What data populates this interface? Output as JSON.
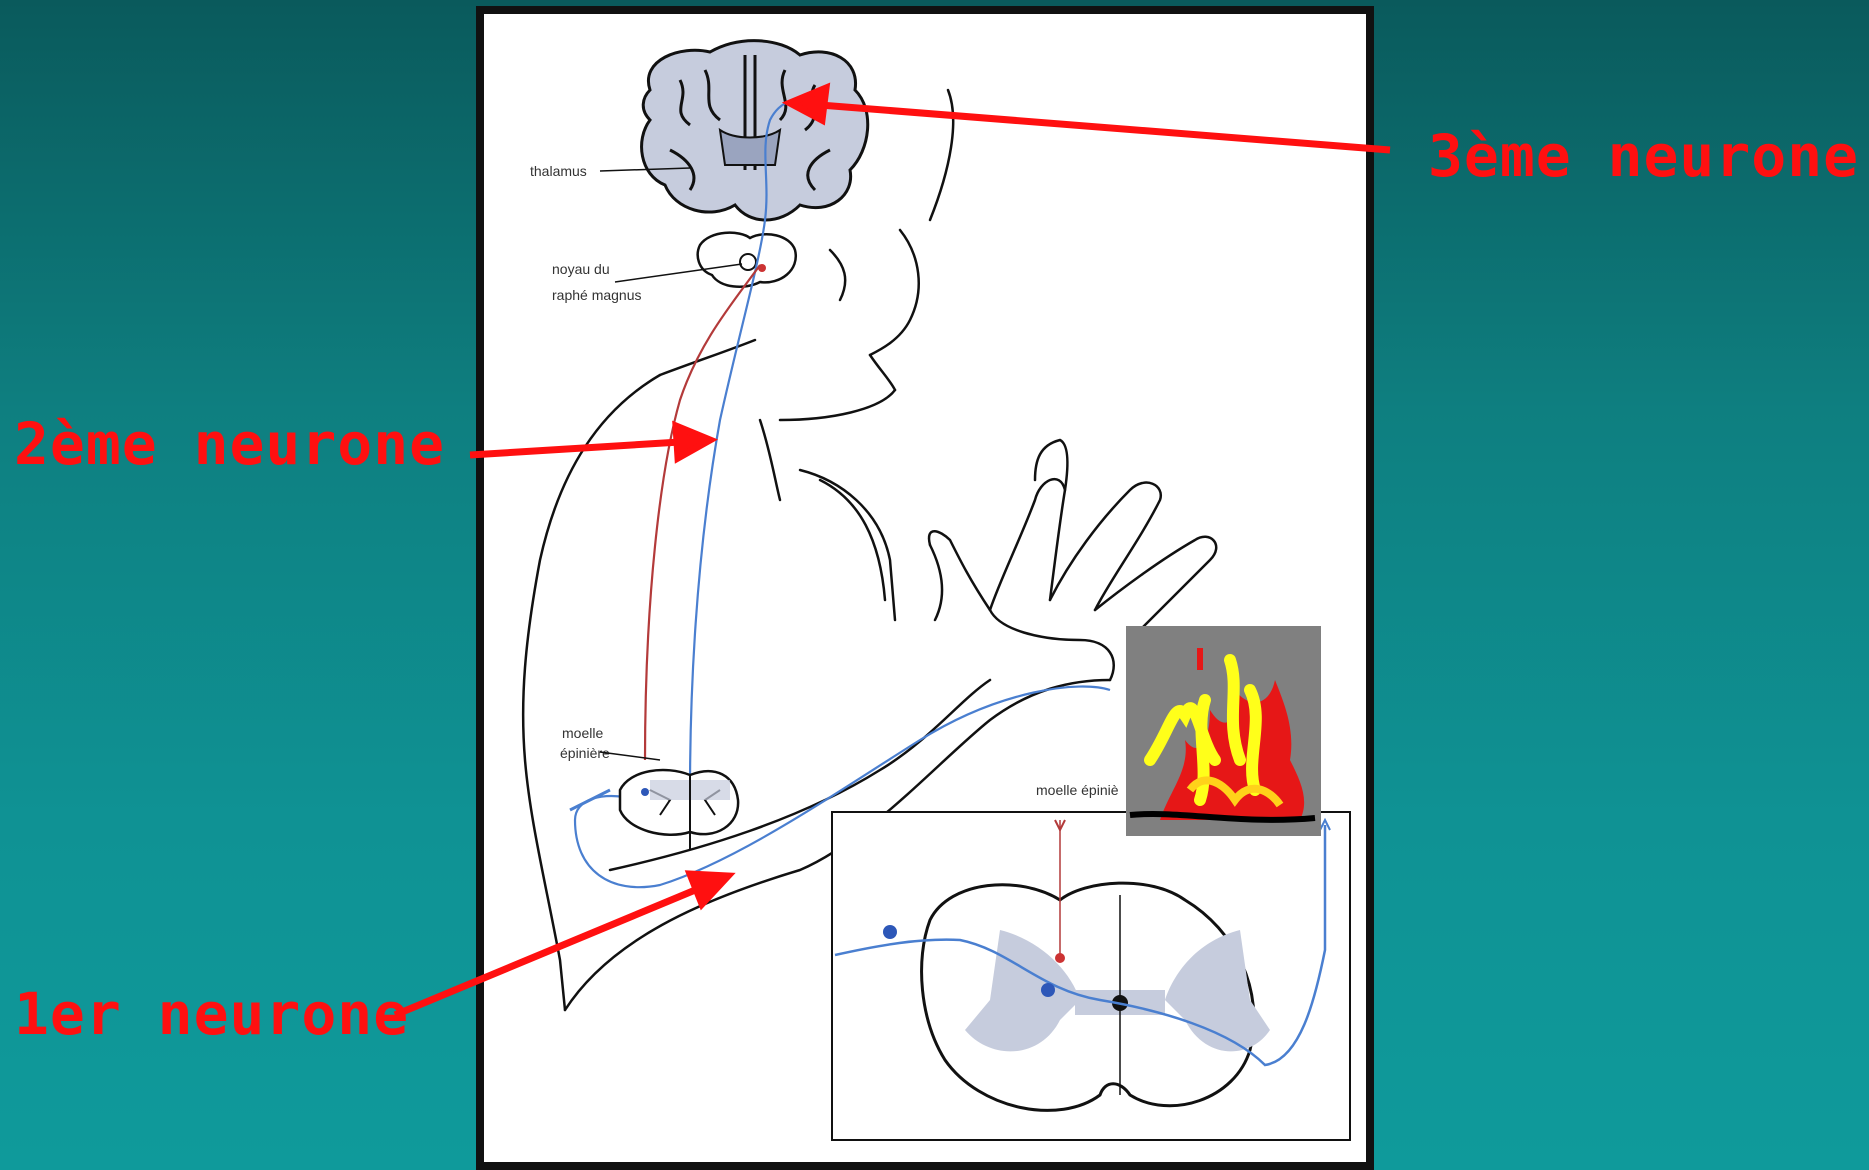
{
  "labels": {
    "neuron3": "3ème neurone",
    "neuron2": "2ème neurone",
    "neuron1": "1er neurone"
  },
  "diagram": {
    "thalamus": "thalamus",
    "noyau_line1": "noyau du",
    "noyau_line2": "raphé magnus",
    "moelle_line1": "moelle",
    "moelle_line2": "épinière",
    "inset_moelle": "moelle épiniè"
  },
  "colors": {
    "arrow": "#ff1010",
    "pathway_blue": "#4a7fd0",
    "pathway_red": "#b33a3a",
    "grey_matter": "#c6ccdd",
    "background_top": "#0a5a5c",
    "background_bottom": "#0f9a9b"
  }
}
